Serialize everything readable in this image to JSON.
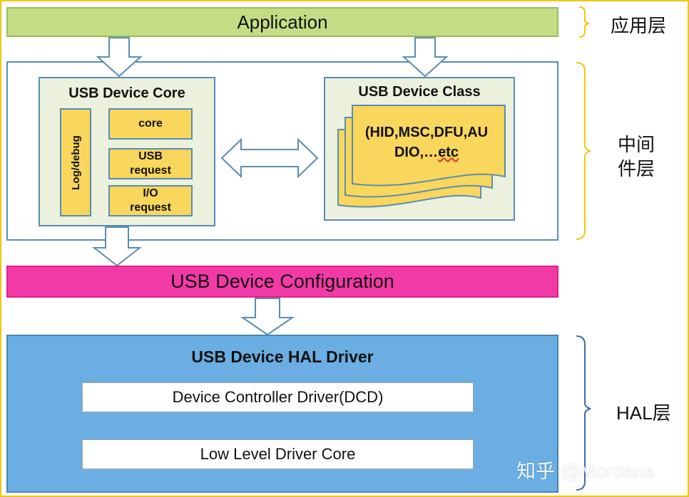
{
  "application": {
    "label": "Application"
  },
  "middleware": {
    "core": {
      "title": "USB Device Core",
      "log_label": "Log/debug",
      "core_label": "core",
      "usb_request_line1": "USB",
      "usb_request_line2": "request",
      "io_request_line1": "I/O",
      "io_request_line2": "request"
    },
    "class": {
      "title": "USB Device Class",
      "line1": "(HID,MSC,DFU,AU",
      "line2_prefix": "DIO,…",
      "line2_etc": "etc"
    }
  },
  "configuration": {
    "label": "USB Device Configuration"
  },
  "hal": {
    "title": "USB Device HAL Driver",
    "dcd_label": "Device Controller Driver(DCD)",
    "lowlevel_label": "Low Level Driver Core"
  },
  "layers": {
    "application_layer": "应用层",
    "middleware_layer_line1": "中间",
    "middleware_layer_line2": "件层",
    "hal_layer": "HAL层"
  },
  "watermark": "知乎 @Moroans",
  "colors": {
    "frame": "#f2c80f",
    "application": "#c4dc84",
    "configuration": "#f23aa6",
    "hal": "#6aaee3",
    "yellow_box": "#f9d65c",
    "green_panel": "#ebf1dd",
    "brace_yellow": "#f2c80f",
    "brace_blue": "#3b6fa8"
  }
}
